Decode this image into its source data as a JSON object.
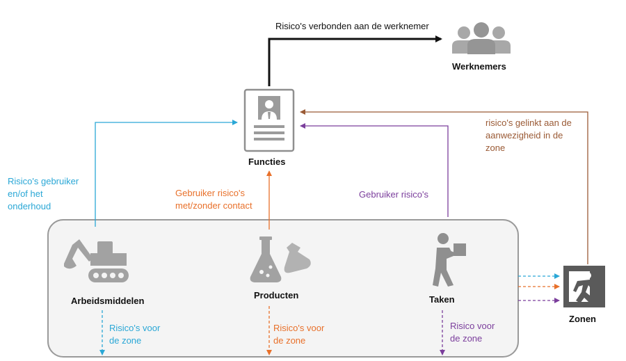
{
  "colors": {
    "black": "#111111",
    "blue": "#2aa7d6",
    "orange": "#e8702a",
    "purple": "#7b3e9c",
    "brown": "#9a5a35",
    "icon_gray": "#9b9b9b",
    "box_fill": "#f4f4f4",
    "box_stroke": "#9a9a9a"
  },
  "nodes": {
    "werknemers": {
      "label": "Werknemers",
      "icon": "people-group-icon"
    },
    "functies": {
      "label": "Functies",
      "icon": "id-card-icon"
    },
    "arbeidsmiddelen": {
      "label": "Arbeidsmiddelen",
      "icon": "excavator-icon"
    },
    "producten": {
      "label": "Producten",
      "icon": "lab-flask-icon"
    },
    "taken": {
      "label": "Taken",
      "icon": "worker-carrying-box-icon"
    },
    "zonen": {
      "label": "Zonen",
      "icon": "emergency-exit-icon"
    }
  },
  "edges": {
    "functies_werknemers": "Risico's verbonden aan de werknemer",
    "arbeidsmiddelen_functies": "Risico's gebruiker\nen/of het\nonderhoud",
    "producten_functies": "Gebruiker risico's\nmet/zonder  contact",
    "taken_functies": "Gebruiker risico's",
    "zonen_functies": "risico's gelinkt aan de\naanwezigheid in de\nzone",
    "arbeidsmiddelen_zone": "Risico's voor\nde zone",
    "producten_zone": "Risico's voor\nde zone",
    "taken_zone": "Risico voor\nde zone"
  }
}
